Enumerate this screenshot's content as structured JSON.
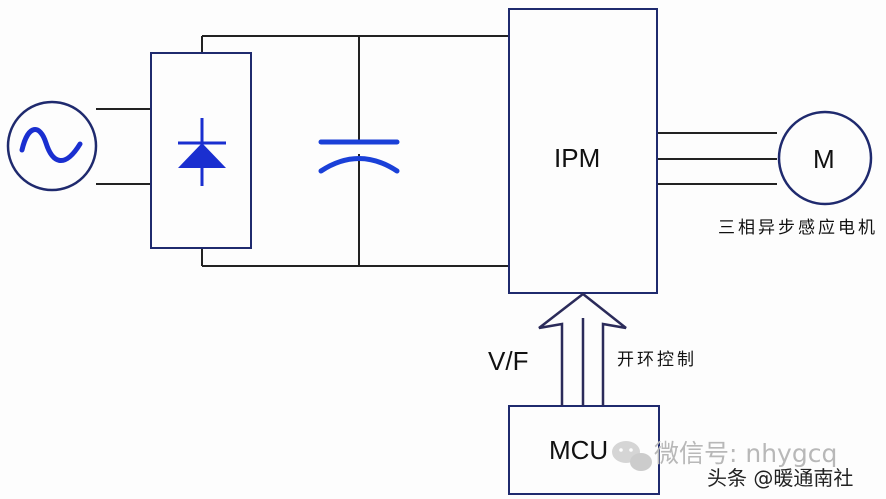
{
  "blocks": {
    "ipm_label": "IPM",
    "motor_label": "M",
    "mcu_label": "MCU"
  },
  "labels": {
    "motor_caption": "三相异步感应电机",
    "vf_label": "V/F",
    "open_loop_label": "开环控制"
  },
  "watermark": {
    "wechat_text": "微信号: nhygcq",
    "credit_text": "头条 @暖通南社"
  },
  "icons": {
    "ac_source": "sine-wave-icon",
    "rectifier": "diode-icon",
    "capacitor": "capacitor-icon",
    "signal_arrows": "up-arrow-icon",
    "watermark_logo": "wechat-logo-icon"
  },
  "colors": {
    "wire": "#222222",
    "block_border": "#1f2a6e",
    "symbol_blue": "#1a2fd0",
    "capacitor_blue": "#1a40d8",
    "arrow_stroke": "#2b2b5a"
  }
}
